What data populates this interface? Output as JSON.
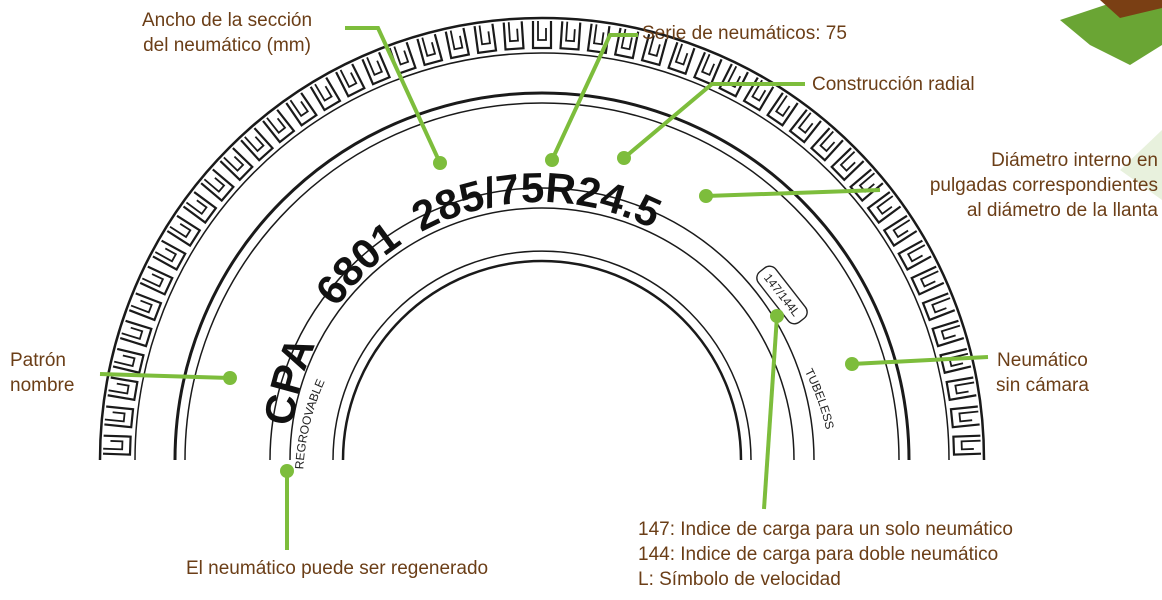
{
  "brand_colors": {
    "accent_green": "#7dbd3c",
    "label_brown": "#6b3e17",
    "corner_green": "#6aa534",
    "corner_light": "#e8f1dd",
    "corner_brown": "#7a3f14"
  },
  "sidewall": {
    "pattern": "CPA",
    "code": "6801",
    "size": "285/75R24.5",
    "load_speed": "147/144L",
    "left_mark": "REGROOVABLE",
    "right_mark": "TUBELESS"
  },
  "labels": {
    "section_width": [
      "Ancho de la sección",
      "del neumático (mm)"
    ],
    "series": [
      "Serie de neumáticos: 75"
    ],
    "radial": [
      "Construcción radial"
    ],
    "diameter": [
      "Diámetro interno en",
      "pulgadas correspondientes",
      "al diámetro de la llanta"
    ],
    "pattern": [
      "Patrón",
      "nombre"
    ],
    "tubeless": [
      "Neumático",
      "sin cámara"
    ],
    "regroove": [
      "El neumático puede ser regenerado"
    ],
    "load": [
      "147: Indice de carga para un solo neumático",
      "144: Indice de carga para doble neumático",
      "L: Símbolo de velocidad"
    ]
  }
}
